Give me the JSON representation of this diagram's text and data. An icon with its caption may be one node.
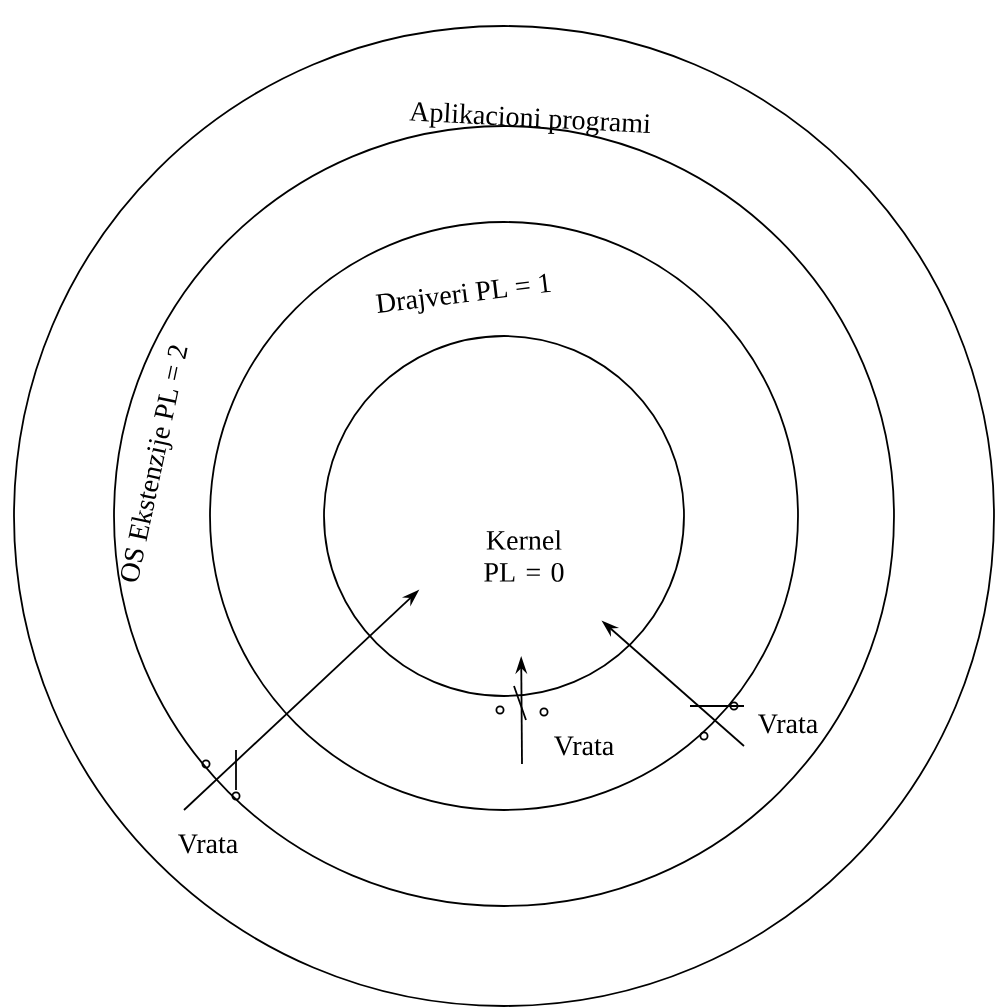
{
  "diagram": {
    "nodes": [
      {
        "text": [
          "Aplikacioni programi"
        ]
      },
      {
        "text": [
          "OS Ekstenzije PL = 2"
        ],
        "in": 0
      },
      {
        "text": [
          "Drajveri PL = 1"
        ],
        "in": 1
      },
      {
        "text": [
          "Kernel PL = 0"
        ],
        "in": 2
      }
    ],
    "edges": [
      {
        "from": null,
        "to": 3,
        "arrow": "to"
      },
      {
        "from": null,
        "to": 3,
        "arrow": "to"
      },
      {
        "from": null,
        "to": 3,
        "arrow": "to"
      }
    ],
    "labels": [
      "Vrata",
      "Vrata",
      "Vrata"
    ]
  }
}
